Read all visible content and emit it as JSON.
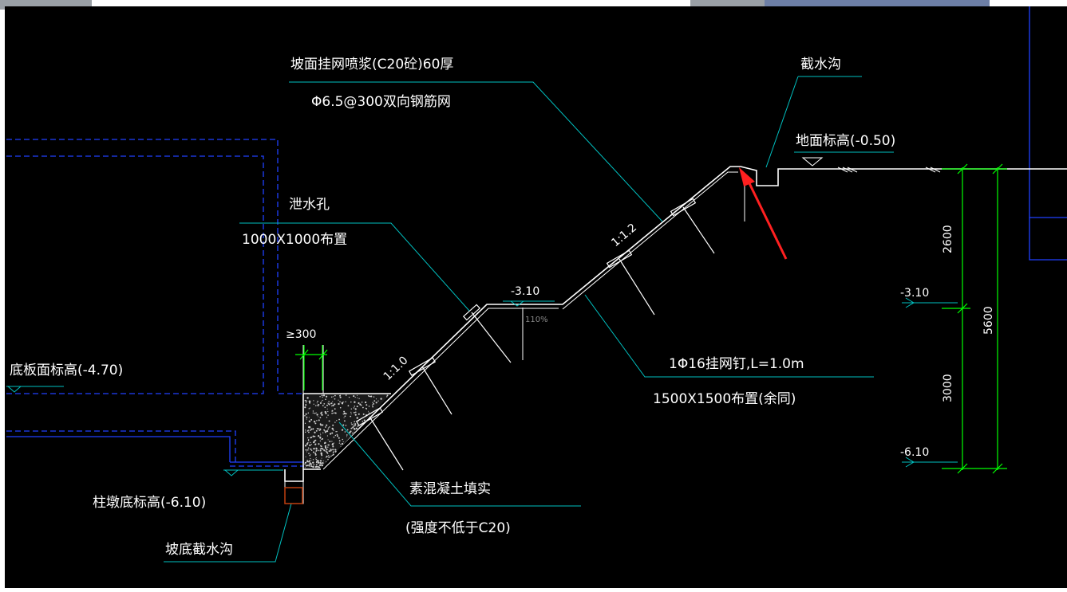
{
  "drawing": {
    "annotations": {
      "slope_spray_line1": "坡面挂网喷浆(C20砼)60厚",
      "slope_spray_line2": "Φ6.5@300双向钢筋网",
      "intercept_ditch": "截水沟",
      "ground_elevation": "地面标高(-0.50)",
      "drain_hole_line1": "泄水孔",
      "drain_hole_line2": "1000X1000布置",
      "min_width": "≥300",
      "slab_elevation": "底板面标高(-4.70)",
      "column_base_elevation": "柱墩底标高(-6.10)",
      "toe_ditch": "坡底截水沟",
      "nail_line1": "1Φ16挂网钉,L=1.0m",
      "nail_line2": "1500X1500布置(余同)",
      "concrete_fill_line1": "素混凝土填实",
      "concrete_fill_line2": "(强度不低于C20)",
      "bench_elevation": "-3.10",
      "bench_percent": "110%"
    },
    "slope_ratios": {
      "upper": "1:1.2",
      "lower": "1:1.0"
    },
    "dimensions": {
      "upper_height": "2600",
      "lower_height": "3000",
      "total_height": "5600",
      "elev_mid": "-3.10",
      "elev_bottom": "-6.10"
    },
    "colors": {
      "background": "#000000",
      "line": "#ffffff",
      "leader": "#00c8c8",
      "dimension": "#00ff00",
      "hidden": "#2040ff",
      "arrow": "#ff2020",
      "ditch_fill": "#c04010"
    }
  }
}
